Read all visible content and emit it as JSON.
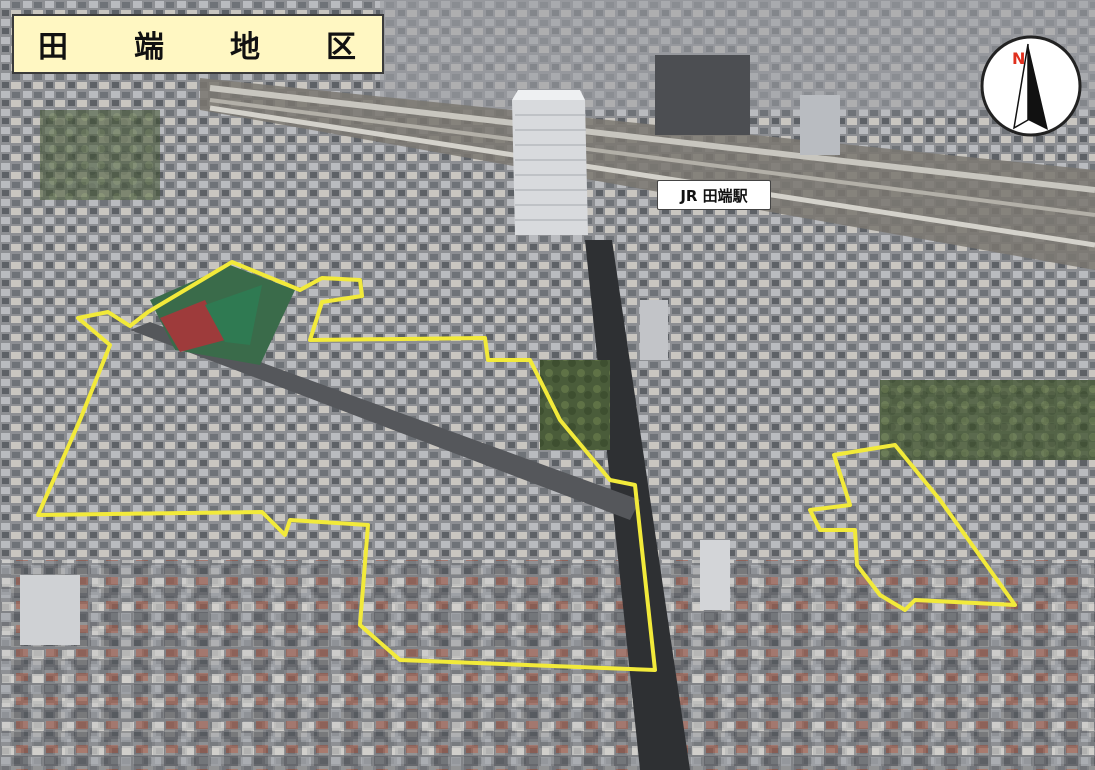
{
  "title": {
    "chars": [
      "田",
      "端",
      "地",
      "区"
    ]
  },
  "station": {
    "label": "JR 田端駅"
  },
  "compass": {
    "north_letter": "N",
    "icon": "north-arrow-icon",
    "letter_color": "#e0301e"
  },
  "areas": {
    "outline_color": "#f2ea3a",
    "items": [
      "west-district-area",
      "east-district-area"
    ]
  }
}
